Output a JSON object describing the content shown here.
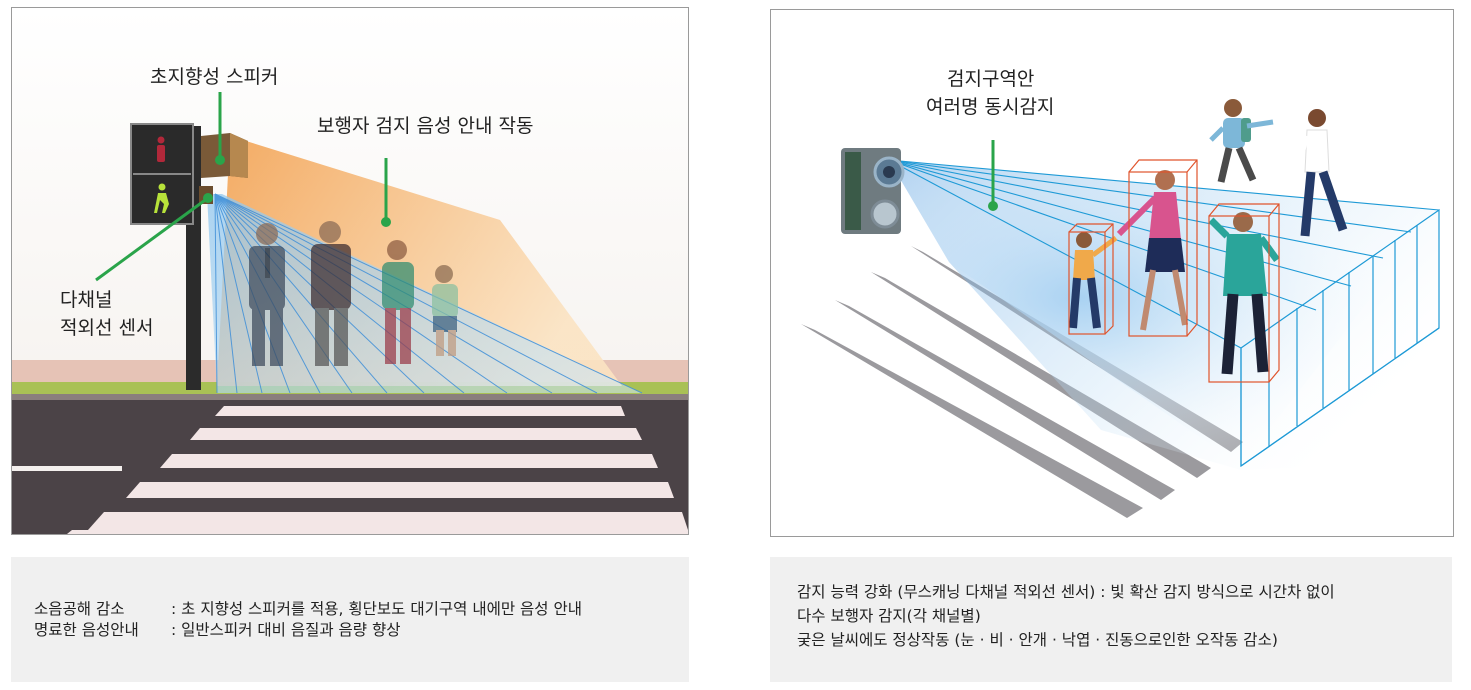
{
  "left": {
    "speaker_label": "초지향성 스피커",
    "voice_label": "보행자 검지 음성 안내 작동",
    "sensor_label_line1": "다채널",
    "sensor_label_line2": "적외선 센서",
    "caption": {
      "row1_term": "소음공해 감소",
      "row1_desc": ": 초 지향성 스피커를 적용, 횡단보도 대기구역 내에만 음성 안내",
      "row2_term": "명료한 음성안내",
      "row2_desc": ": 일반스피커 대비 음질과 음량 향상"
    }
  },
  "right": {
    "zone_label_line1": "검지구역안",
    "zone_label_line2": "여러명 동시감지",
    "caption": {
      "line1": "감지 능력 강화 (무스캐닝 다채널 적외선 센서) : 빛 확산 감지 방식으로 시간차 없이",
      "line2": "다수 보행자 감지(각 채널별)",
      "line3": "궂은 날씨에도 정상작동 (눈 · 비 · 안개 · 낙엽 · 진동으로인한 오작동 감소)"
    }
  },
  "colors": {
    "road": "#4b4347",
    "sidewalk": "#e6c3b6",
    "grass": "#a9c155",
    "beam_orange": "#f6b36a",
    "beam_blue": "#3f8fd8",
    "marker_green": "#2aa44a",
    "box_red": "#e0542c",
    "caption_bg": "#f0f0f0"
  }
}
